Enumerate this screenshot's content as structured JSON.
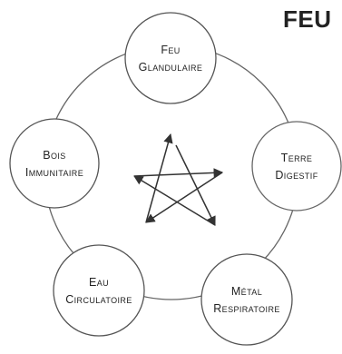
{
  "title": "FEU",
  "colors": {
    "stroke": "#555555",
    "text": "#222222",
    "faded_text": "#6a6a6a",
    "background": "#ffffff"
  },
  "elements": [
    {
      "key": "feu",
      "line1": "Feu",
      "line2": "Glandulaire"
    },
    {
      "key": "terre",
      "line1": "Terre",
      "line2": "Digestif"
    },
    {
      "key": "metal",
      "line1": "Métal",
      "line2": "Respiratoire"
    },
    {
      "key": "eau",
      "line1": "Eau",
      "line2": "Circulatoire"
    },
    {
      "key": "bois",
      "line1": "Bois",
      "line2": "Immunitaire"
    }
  ]
}
